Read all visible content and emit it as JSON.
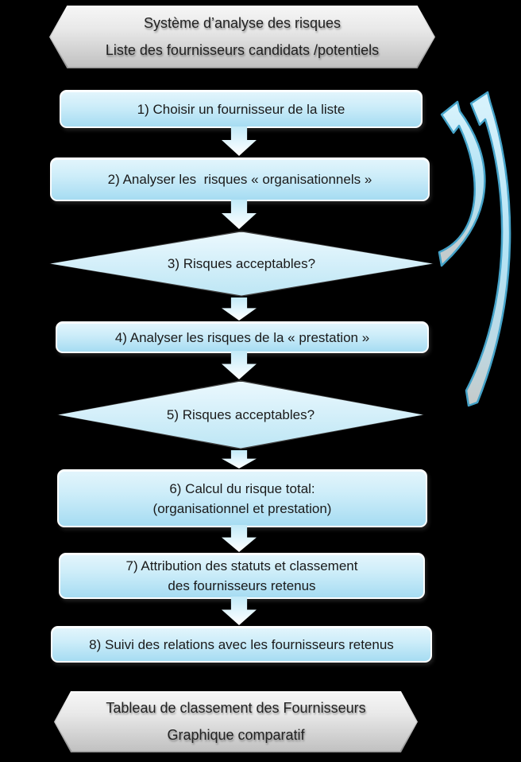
{
  "flow": {
    "start": {
      "line1": "Système d’analyse des risques",
      "line2": "Liste des fournisseurs candidats /potentiels"
    },
    "steps": [
      {
        "shape": "process",
        "label": "1) Choisir un fournisseur de la liste"
      },
      {
        "shape": "process",
        "label": "2) Analyser les  risques « organisationnels »"
      },
      {
        "shape": "decision",
        "label": "3) Risques acceptables?"
      },
      {
        "shape": "process",
        "label": "4) Analyser les risques de la « prestation »"
      },
      {
        "shape": "decision",
        "label": "5) Risques acceptables?"
      },
      {
        "shape": "process",
        "label": "6) Calcul du risque total:\n(organisationnel et prestation)"
      },
      {
        "shape": "process",
        "label": "7) Attribution des statuts et classement\ndes fournisseurs retenus"
      },
      {
        "shape": "process",
        "label": "8) Suivi des relations avec les fournisseurs retenus"
      }
    ],
    "end": {
      "line1": "Tableau de classement des Fournisseurs",
      "line2": "Graphique comparatif"
    }
  },
  "icons": {
    "down_arrow": "block-arrow-down",
    "loop_arrow_inner": "curved-arrow-step3-back-to-step1",
    "loop_arrow_outer": "curved-arrow-step5-back-to-step1"
  },
  "colors": {
    "background": "#000000",
    "process_fill_top": "#e3f5fc",
    "process_fill_bottom": "#a6dcf2",
    "process_border": "#fbfdfe",
    "decision_outline": "#3e3e3e",
    "terminator_fill_top": "#f5f5f5",
    "terminator_fill_bottom": "#c0c0c0",
    "loop_arrow_stroke": "#45a3c9",
    "loop_arrow_fill": "#b4e3f5",
    "text": "#1a1a1a"
  }
}
